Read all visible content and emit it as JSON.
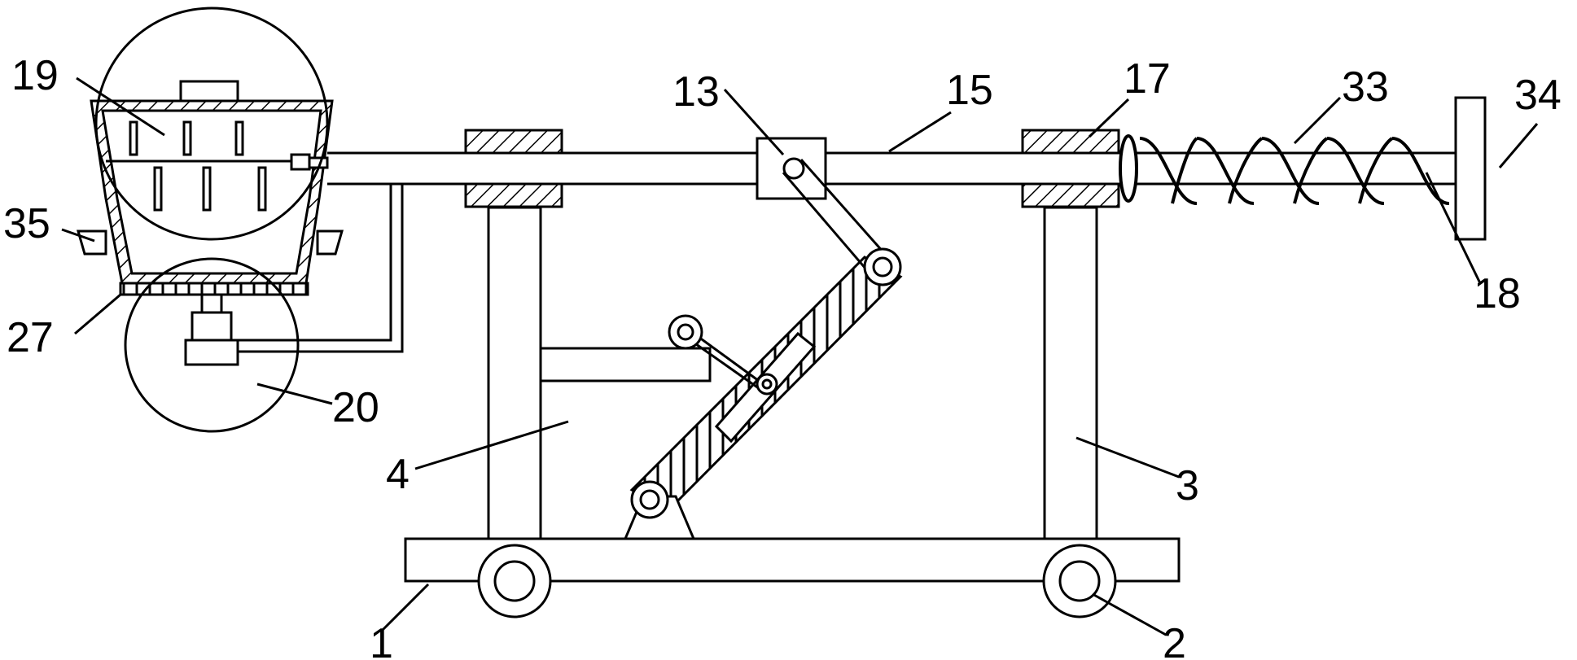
{
  "colors": {
    "stroke": "#000000",
    "background": "#ffffff"
  },
  "labels": {
    "l1": "1",
    "l2": "2",
    "l3": "3",
    "l4": "4",
    "l13": "13",
    "l15": "15",
    "l17": "17",
    "l18": "18",
    "l19": "19",
    "l20": "20",
    "l27": "27",
    "l33": "33",
    "l34": "34",
    "l35": "35"
  }
}
